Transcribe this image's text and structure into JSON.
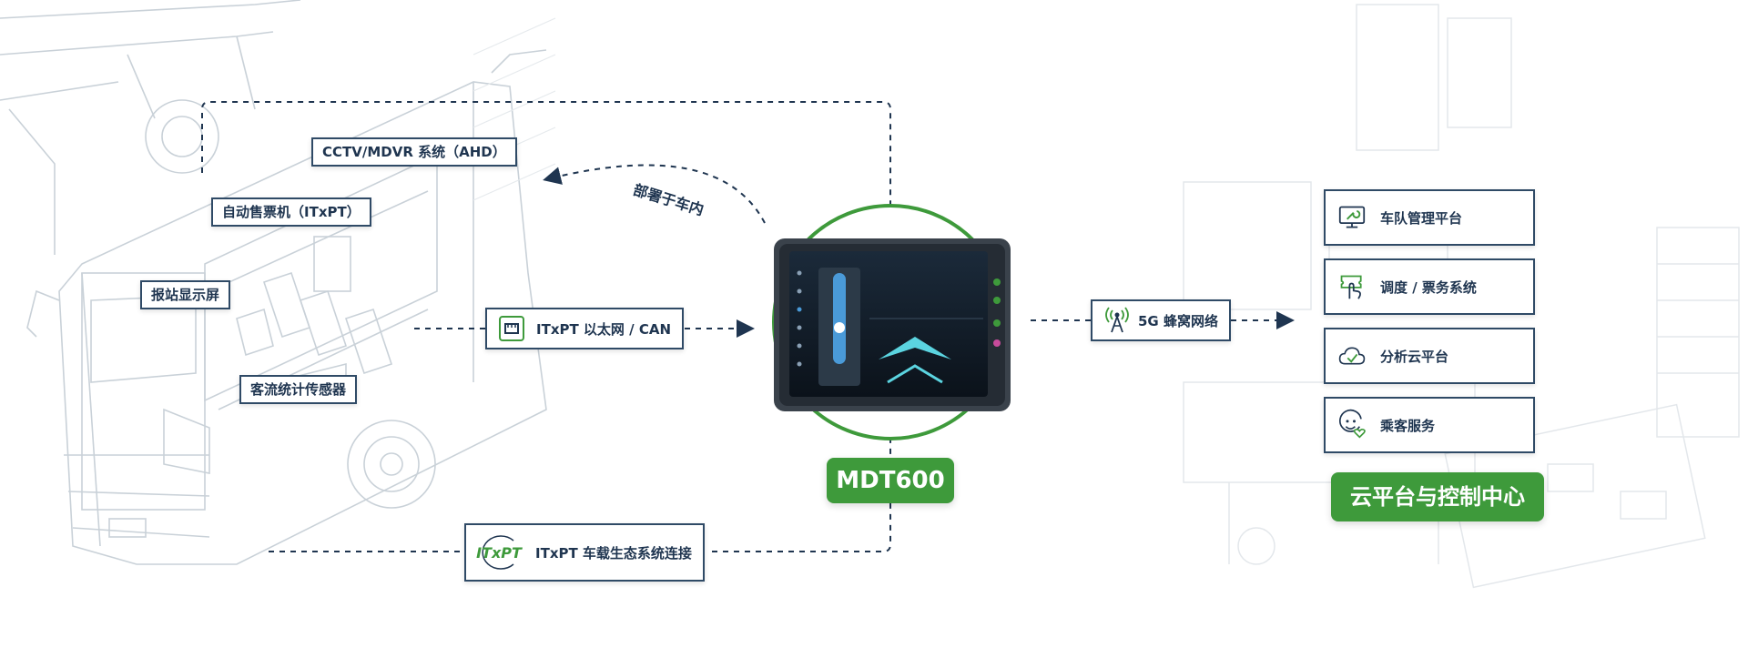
{
  "labels": {
    "cctv": "CCTV/MDVR 系统（AHD）",
    "ticket_machine": "自动售票机（ITxPT）",
    "station_display": "报站显示屏",
    "passenger_counter": "客流统计传感器",
    "deploy_in_vehicle": "部署于车内"
  },
  "links": {
    "ethernet": "ITxPT 以太网 / CAN",
    "ecosystem": "ITxPT 车载生态系统连接",
    "ecosystem_logo": "ITxPT",
    "cellular": "5G 蜂窝网络"
  },
  "device": {
    "name": "MDT600"
  },
  "cloud": {
    "title": "云平台与控制中心",
    "services": [
      {
        "label": "车队管理平台",
        "icon": "wrench-monitor-icon"
      },
      {
        "label": "调度 / 票务系统",
        "icon": "ticket-tap-icon"
      },
      {
        "label": "分析云平台",
        "icon": "cloud-check-icon"
      },
      {
        "label": "乘客服务",
        "icon": "smiley-heart-icon"
      }
    ]
  },
  "colors": {
    "accent_green": "#3e9a3b",
    "line_navy": "#1f3550",
    "sketch_gray": "#c9d1d8"
  }
}
